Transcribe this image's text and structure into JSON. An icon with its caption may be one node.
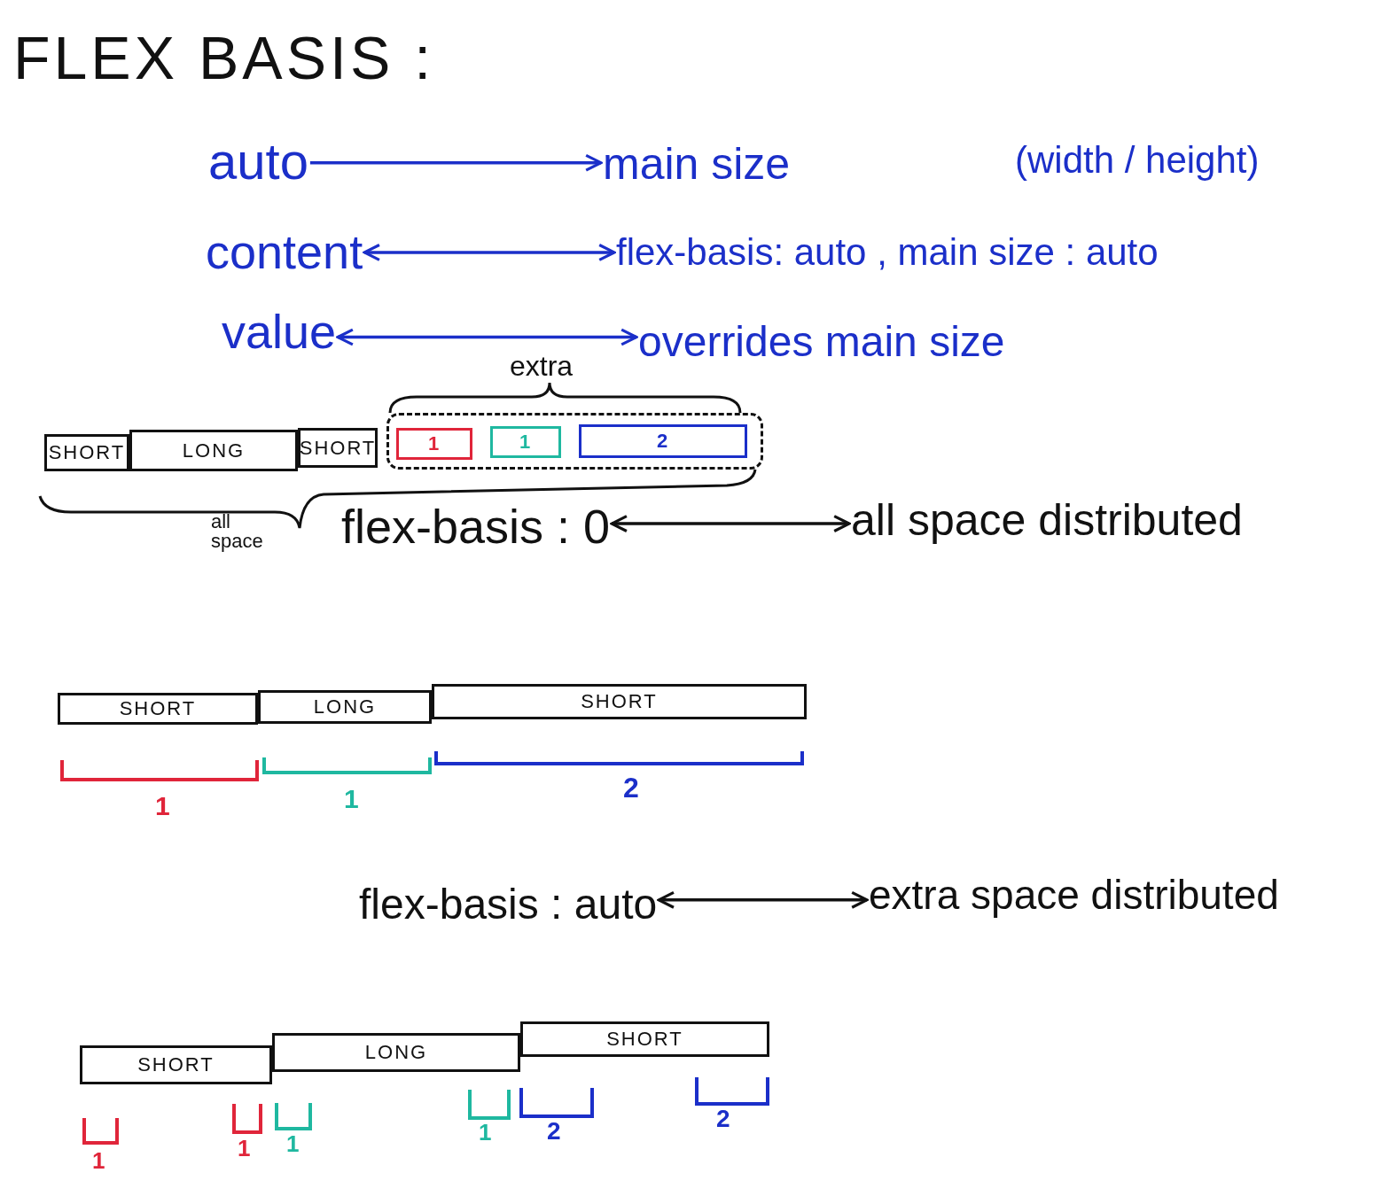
{
  "diagram": {
    "title": "FLEX BASIS :",
    "nodes": [
      {
        "text": [
          "auto"
        ]
      },
      {
        "text": [
          "main size"
        ]
      },
      {
        "text": [
          "content"
        ]
      },
      {
        "text": [
          "flex-basis: auto , main size : auto"
        ]
      },
      {
        "text": [
          "value"
        ]
      },
      {
        "text": [
          "overrides main size"
        ]
      },
      {
        "text": [
          "SHORT"
        ]
      },
      {
        "text": [
          "LONG"
        ]
      },
      {
        "text": [
          "SHORT"
        ]
      },
      {
        "text": [],
        "shape": "box"
      },
      {
        "text": [
          "1"
        ],
        "in": 9
      },
      {
        "text": [
          "1"
        ],
        "in": 9
      },
      {
        "text": [
          "2"
        ],
        "in": 9
      },
      {
        "text": [
          "flex-basis : 0"
        ]
      },
      {
        "text": [
          "all space distributed"
        ]
      },
      {
        "text": [
          "SHORT"
        ]
      },
      {
        "text": [
          "LONG"
        ]
      },
      {
        "text": [
          "SHORT"
        ]
      },
      {
        "text": [
          "flex-basis : auto"
        ]
      },
      {
        "text": [
          "extra space distributed"
        ]
      },
      {
        "text": [
          "SHORT"
        ]
      },
      {
        "text": [
          "LONG"
        ]
      },
      {
        "text": [
          "SHORT"
        ]
      }
    ],
    "edges": [
      {
        "from": 0,
        "to": 1,
        "arrow": "to"
      },
      {
        "from": 2,
        "to": 3,
        "arrow": "both"
      },
      {
        "from": 4,
        "to": 5,
        "arrow": "both"
      },
      {
        "from": 13,
        "to": 14,
        "arrow": "both",
        "color": "#111111"
      },
      {
        "from": 18,
        "to": 19,
        "arrow": "both",
        "color": "#111111"
      }
    ],
    "labels": [
      "(width / height)",
      "extra",
      "all space",
      "1",
      "1",
      "2",
      "1",
      "1",
      "1",
      "1",
      "2",
      "2"
    ]
  }
}
